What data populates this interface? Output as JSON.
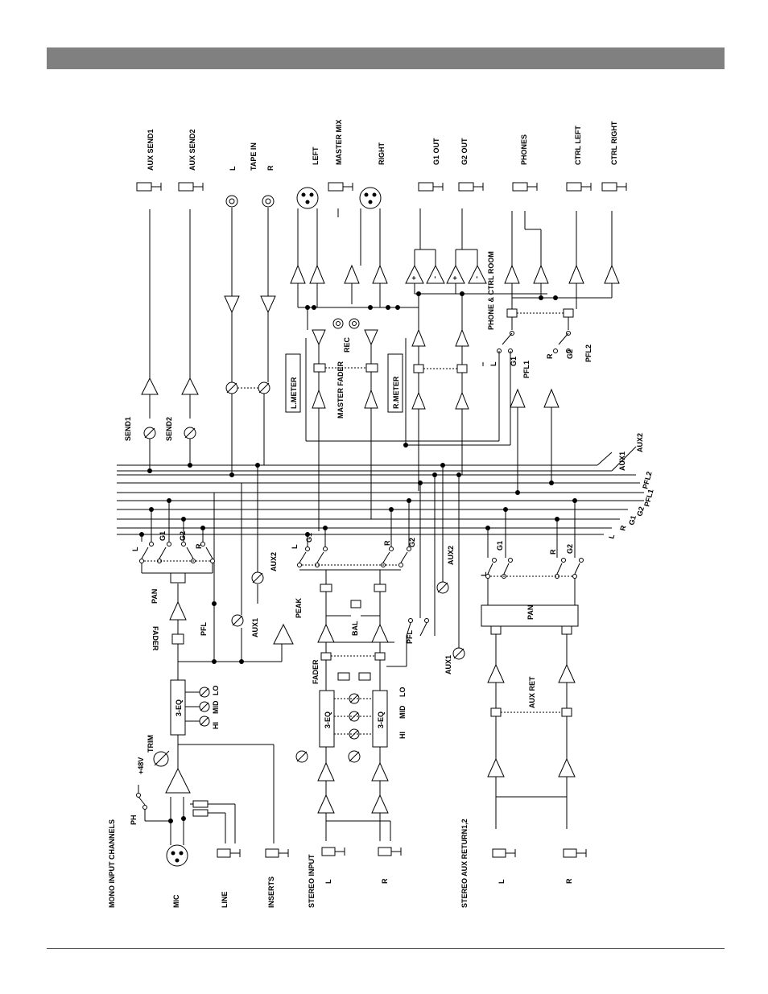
{
  "labels": {
    "mono_input_channels": "MONO INPUT CHANNELS",
    "mic": "MIC",
    "line": "LINE",
    "inserts": "INSERTS",
    "stereo_input": "STEREO INPUT",
    "stereo_aux_return": "STEREO AUX RETURN1,2",
    "l": "L",
    "r": "R",
    "ph": "PH",
    "p48v": "+48V",
    "trim": "TRIM",
    "eq3": "3-EQ",
    "hi": "HI",
    "mid": "MID",
    "lo": "LO",
    "fader": "FADER",
    "pan": "PAN",
    "pfl": "PFL",
    "aux1": "AUX1",
    "aux2": "AUX2",
    "peak": "PEAK",
    "bal": "BAL",
    "g1": "G1",
    "g2": "G2",
    "aux_ret": "AUX RET",
    "send1": "SEND1",
    "send2": "SEND2",
    "aux_send1": "AUX SEND1",
    "aux_send2": "AUX SEND2",
    "tape_in": "TAPE IN",
    "left": "LEFT",
    "master_mix": "MASTER MIX",
    "right": "RIGHT",
    "g1_out": "G1 OUT",
    "g2_out": "G2 OUT",
    "phones": "PHONES",
    "ctrl_left": "CTRL LEFT",
    "ctrl_right": "CTRL RIGHT",
    "phone_ctrl_room": "PHONE & CTRL ROOM",
    "l_meter": "L.METER",
    "r_meter": "R.METER",
    "master_fader": "MASTER FADER",
    "rec": "REC",
    "pfl1": "PFL1",
    "pfl2": "PFL2",
    "plus": "+",
    "minus": "-",
    "bus_l": "L",
    "bus_r": "R",
    "bus_g1": "G1",
    "bus_g2": "G2",
    "bus_pfl1": "PFL1",
    "bus_pfl2": "PFL2",
    "bus_aux1": "AUX1",
    "bus_aux2": "AUX2"
  }
}
